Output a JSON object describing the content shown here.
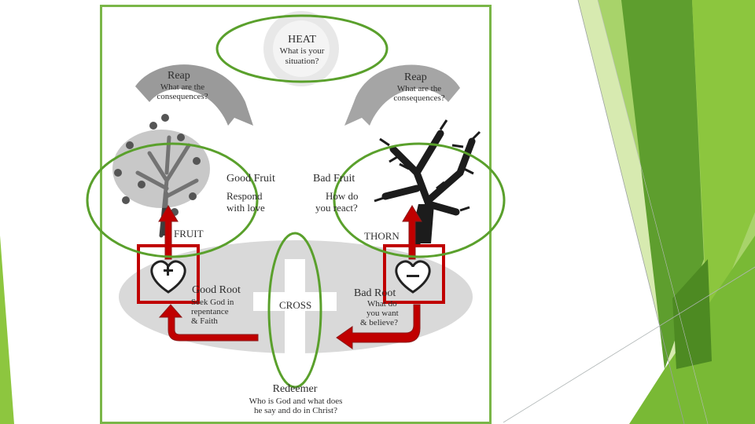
{
  "heat": {
    "title": "HEAT",
    "question_line1": "What is your",
    "question_line2": "situation?"
  },
  "reap_left": {
    "title": "Reap",
    "line1": "What are the",
    "line2": "consequences?"
  },
  "reap_right": {
    "title": "Reap",
    "line1": "What are the",
    "line2": "consequences?"
  },
  "good_fruit": {
    "title": "Good Fruit",
    "line1": "Respond",
    "line2": "with love"
  },
  "bad_fruit": {
    "title": "Bad Fruit",
    "line1": "How do",
    "line2": "you react?"
  },
  "fruit_label": "FRUIT",
  "thorn_label": "THORN",
  "good_root": {
    "title": "Good Root",
    "line1": "Seek God in",
    "line2": "repentance",
    "line3": "& Faith"
  },
  "bad_root": {
    "title": "Bad Root",
    "line1": "What do",
    "line2": "you want",
    "line3": "& believe?"
  },
  "cross_label": "CROSS",
  "redeemer": {
    "title": "Redeemer",
    "line1": "Who is God and what does",
    "line2": "he say and do in Christ?"
  },
  "colors": {
    "accent_green": "#7ab648",
    "oval_green": "#5aa02c",
    "arrow_red": "#c00000",
    "box_red": "#c00000"
  },
  "icons": {
    "plus_heart": "heart-plus-icon",
    "minus_heart": "heart-minus-icon"
  }
}
